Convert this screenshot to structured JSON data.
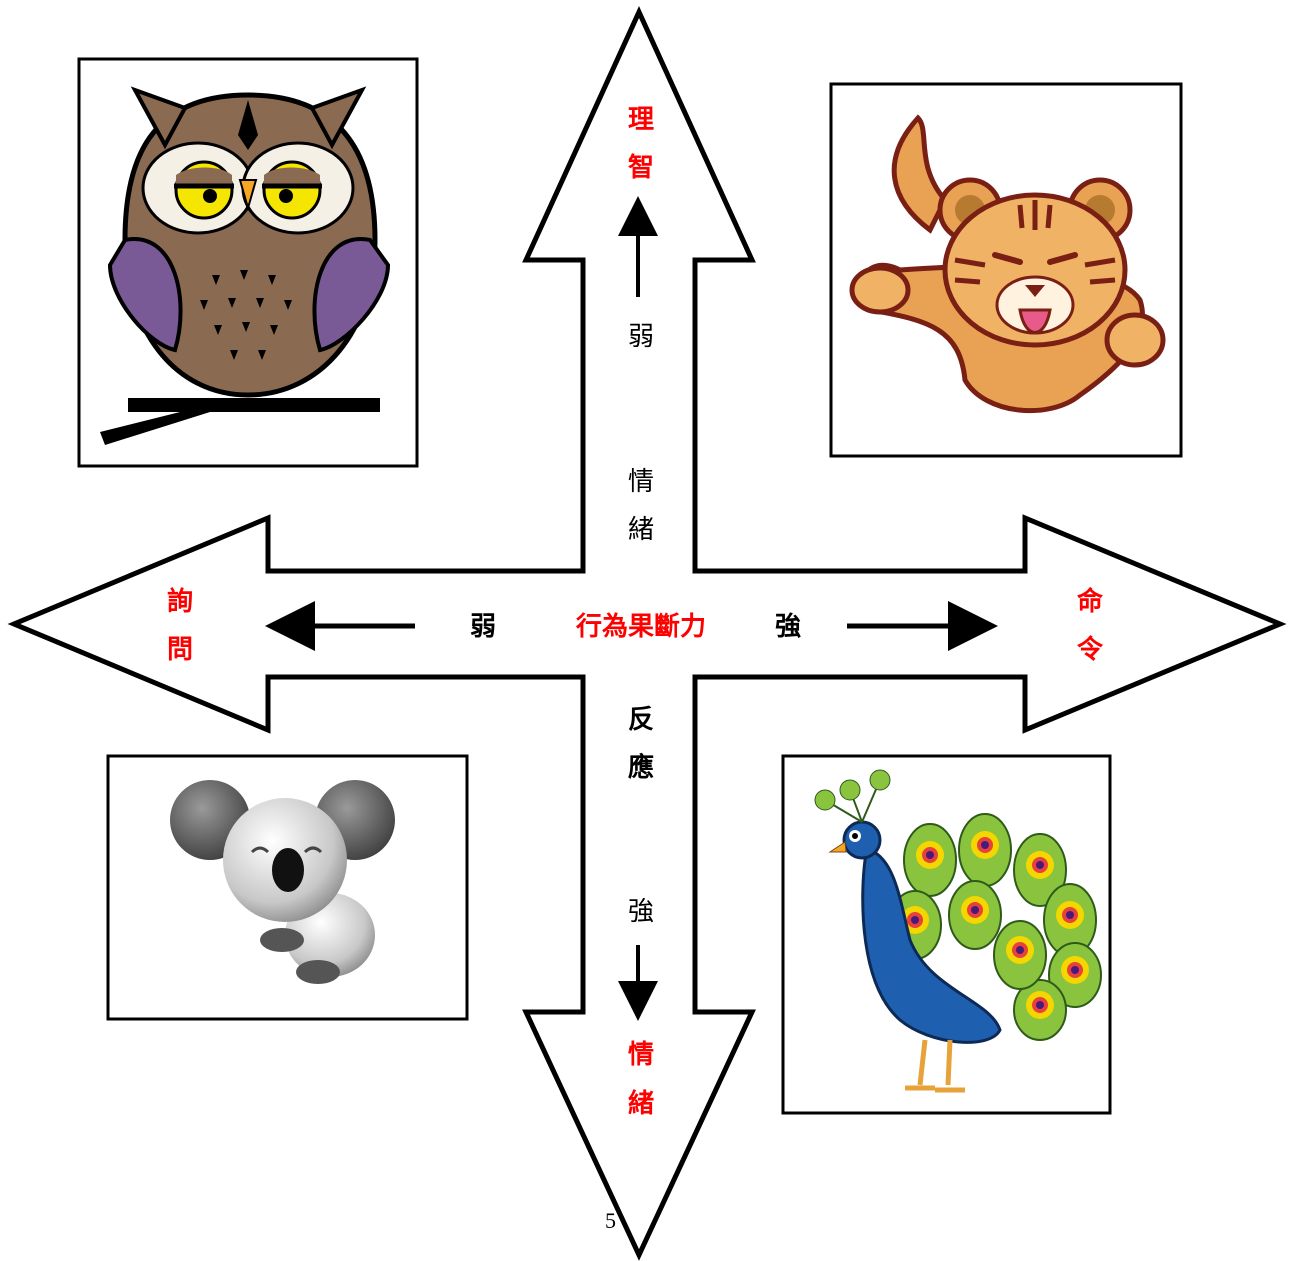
{
  "colors": {
    "accent": "#ff0000",
    "ink": "#000000",
    "background": "#ffffff"
  },
  "vertical_axis": {
    "top_label": [
      "理",
      "智"
    ],
    "upper_weak": "弱",
    "upper_title": [
      "情",
      "緒"
    ],
    "lower_title": [
      "反",
      "應"
    ],
    "lower_strong": "強",
    "bottom_label": [
      "情",
      "緒"
    ]
  },
  "horizontal_axis": {
    "left_label": [
      "詢",
      "問"
    ],
    "weak": "弱",
    "title": "行為果斷力",
    "strong": "強",
    "right_label": [
      "命",
      "令"
    ]
  },
  "quadrants": [
    {
      "position": "top-left",
      "animal": "owl"
    },
    {
      "position": "top-right",
      "animal": "tiger"
    },
    {
      "position": "bottom-left",
      "animal": "koala"
    },
    {
      "position": "bottom-right",
      "animal": "peacock"
    }
  ],
  "page_number": "5"
}
